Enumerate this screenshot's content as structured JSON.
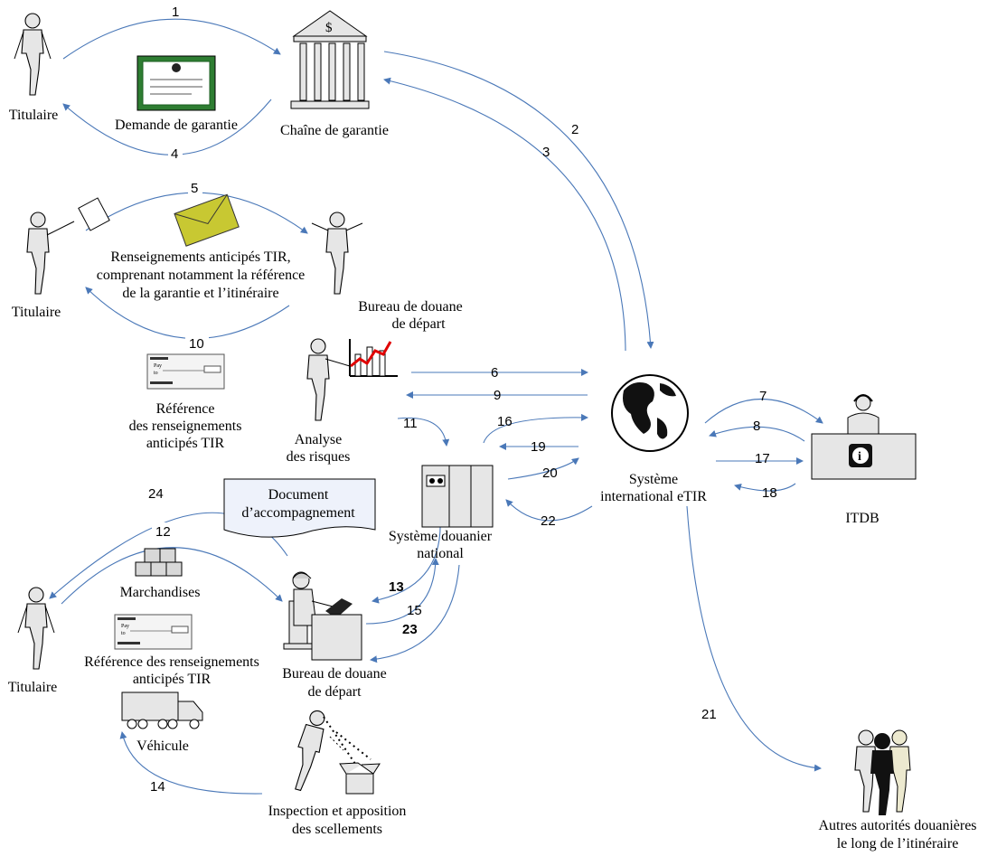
{
  "nodes": {
    "holder_top": "Titulaire",
    "guarantee_request": "Demande de garantie",
    "guarantee_chain": "Chaîne de garantie",
    "holder_mid": "Titulaire",
    "advance_info": [
      "Renseignements anticipés TIR,",
      "comprenant notamment la référence",
      "de la garantie et l’itinéraire"
    ],
    "departure_office_top": [
      "Bureau de douane",
      "de départ"
    ],
    "advance_ref": [
      "Référence",
      "des renseignements",
      "anticipés TIR"
    ],
    "risk_analysis": [
      "Analyse",
      "des risques"
    ],
    "etir_system": [
      "Système",
      "international eTIR"
    ],
    "itdb": "ITDB",
    "national_system": [
      "Système douanier",
      "national"
    ],
    "accompanying_doc": [
      "Document",
      "d’accompagnement"
    ],
    "goods": "Marchandises",
    "holder_bottom": "Titulaire",
    "advance_ref_bottom": [
      "Référence des renseignements",
      "anticipés TIR"
    ],
    "vehicle": "Véhicule",
    "departure_office_bottom": [
      "Bureau de douane",
      "de départ"
    ],
    "inspection": [
      "Inspection et apposition",
      "des scellements"
    ],
    "other_authorities": [
      "Autres autorités douanières",
      "le long de l’itinéraire"
    ]
  },
  "steps": [
    "1",
    "2",
    "3",
    "4",
    "5",
    "6",
    "7",
    "8",
    "9",
    "10",
    "11",
    "12",
    "13",
    "14",
    "15",
    "16",
    "17",
    "18",
    "19",
    "20",
    "21",
    "22",
    "23",
    "24"
  ],
  "icons": {
    "currency": "$",
    "info": "i",
    "slip_line1": "Pay",
    "slip_line2": "to"
  },
  "colors": {
    "arrow": "#4a78b8",
    "certificate": "#2e7d32",
    "envelope": "#c8c832",
    "chart_line": "#e00000"
  }
}
